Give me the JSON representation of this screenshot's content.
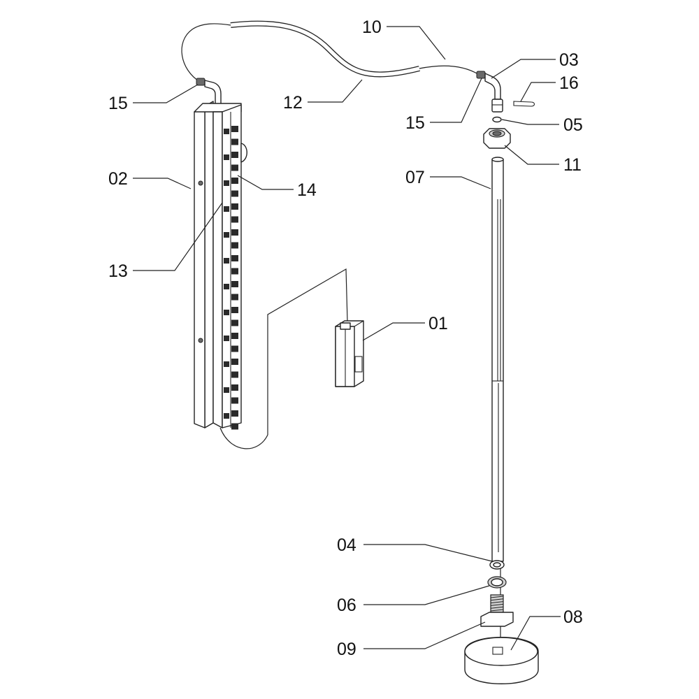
{
  "diagram": {
    "callouts": [
      {
        "id": "10",
        "label": "10"
      },
      {
        "id": "03",
        "label": "03"
      },
      {
        "id": "16",
        "label": "16"
      },
      {
        "id": "12",
        "label": "12"
      },
      {
        "id": "15a",
        "label": "15"
      },
      {
        "id": "15b",
        "label": "15"
      },
      {
        "id": "05",
        "label": "05"
      },
      {
        "id": "11",
        "label": "11"
      },
      {
        "id": "02",
        "label": "02"
      },
      {
        "id": "14",
        "label": "14"
      },
      {
        "id": "07",
        "label": "07"
      },
      {
        "id": "13",
        "label": "13"
      },
      {
        "id": "01",
        "label": "01"
      },
      {
        "id": "04",
        "label": "04"
      },
      {
        "id": "06",
        "label": "06"
      },
      {
        "id": "08",
        "label": "08"
      },
      {
        "id": "09",
        "label": "09"
      }
    ]
  }
}
